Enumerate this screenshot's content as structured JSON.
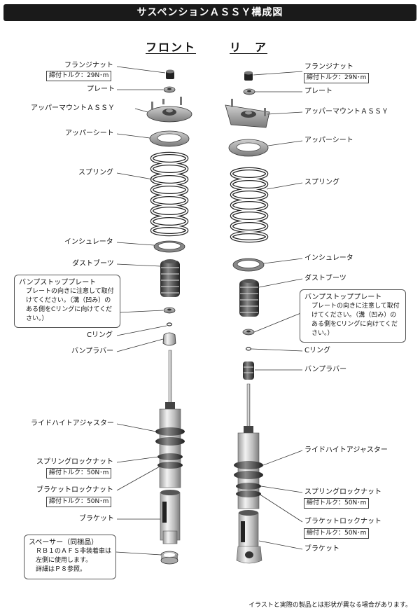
{
  "title": "サスペンションＡＳＳＹ構成図",
  "headings": {
    "front": "フロント",
    "rear": "リ　ア"
  },
  "front": {
    "flange_nut": "フランジナット",
    "flange_torque": "締付トルク：29N･m",
    "plate": "プレート",
    "upper_mount": "アッパーマウントＡＳＳＹ",
    "upper_seat": "アッパーシート",
    "spring": "スプリング",
    "insulator": "インシュレータ",
    "dust_boot": "ダストブーツ",
    "bump_stop_note": {
      "title": "バンプストッププレート",
      "body": "プレートの向きに注意して取付\nけてください。（溝（凹み）の\nある側をCリングに向けてくだ\nさい。）"
    },
    "c_ring": "Cリング",
    "bump_rubber": "バンプラバー",
    "ride_height": "ライドハイトアジャスター",
    "spring_lock_nut": "スプリングロックナット",
    "spring_lock_torque": "締付トルク：50N･m",
    "bracket_lock_nut": "ブラケットロックナット",
    "bracket_lock_torque": "締付トルク：50N･m",
    "bracket": "ブラケット",
    "spacer_note": {
      "title": "スペーサー（同梱品）",
      "body": "ＲＢ１のＡＦＳ非装着車は\n左側に使用します。\n詳細はＰ８参照。"
    }
  },
  "rear": {
    "flange_nut": "フランジナット",
    "flange_torque": "締付トルク：29N･m",
    "plate": "プレート",
    "upper_mount": "アッパーマウントＡＳＳＹ",
    "upper_seat": "アッパーシート",
    "spring": "スプリング",
    "insulator": "インシュレータ",
    "dust_boot": "ダストブーツ",
    "bump_stop_note": {
      "title": "バンプストッププレート",
      "body": "プレートの向きに注意して取付\nけてください。（溝（凹み）の\nある側をCリングに向けてくだ\nさい。）"
    },
    "c_ring": "Cリング",
    "bump_rubber": "バンプラバー",
    "ride_height": "ライドハイトアジャスター",
    "spring_lock_nut": "スプリングロックナット",
    "spring_lock_torque": "締付トルク：50N･m",
    "bracket_lock_nut": "ブラケットロックナット",
    "bracket_lock_torque": "締付トルク：50N･m",
    "bracket": "ブラケット"
  },
  "footer": "イラストと実際の製品とは形状が異なる場合があります。"
}
